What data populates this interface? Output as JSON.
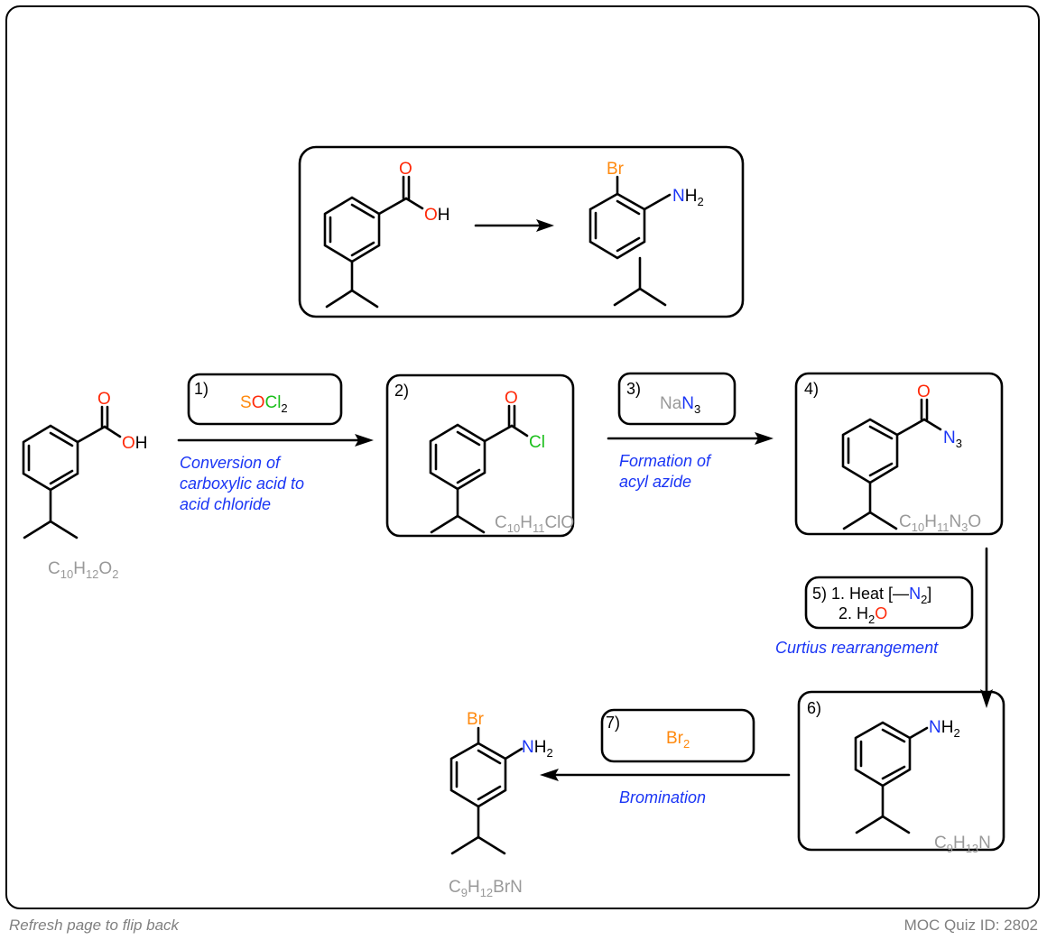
{
  "colors": {
    "oxygen": "#ff2a0a",
    "nitrogen": "#1a35f5",
    "chlorine": "#1bbf1b",
    "bromine": "#ff8a0f",
    "sulfur": "#ff8a0f",
    "formula_gray": "#999999",
    "description_blue": "#1a35f5",
    "footer_gray": "#808080"
  },
  "summary": {
    "start": "3-isopropylbenzoic acid",
    "target": "2-bromo-5-isopropylaniline",
    "start_labels": {
      "O": "O",
      "OH": "OH"
    },
    "target_labels": {
      "Br": "Br",
      "N": "N",
      "H2": "H",
      "H2_sub": "2"
    }
  },
  "molecules": {
    "m1": {
      "formula_parts": [
        "C",
        "10",
        "H",
        "12",
        "O",
        "2"
      ],
      "O": "O",
      "OH": "OH"
    },
    "m2": {
      "step": "2)",
      "formula_parts": [
        "C",
        "10",
        "H",
        "11",
        "ClO"
      ],
      "O": "O",
      "Cl": "Cl"
    },
    "m4": {
      "step": "4)",
      "formula_parts": [
        "C",
        "10",
        "H",
        "11",
        "N",
        "3",
        "O"
      ],
      "O": "O",
      "N": "N",
      "N_sub": "3"
    },
    "m6": {
      "step": "6)",
      "formula_parts": [
        "C",
        "9",
        "H",
        "13",
        "N"
      ],
      "N": "N",
      "H": "H",
      "H_sub": "2"
    },
    "m7": {
      "formula_parts": [
        "C",
        "9",
        "H",
        "12",
        "BrN"
      ],
      "Br": "Br",
      "N": "N",
      "H": "H",
      "H_sub": "2"
    }
  },
  "steps": [
    {
      "num": "1)",
      "reagent_parts": [
        "S",
        "O",
        "Cl",
        "2"
      ],
      "description": [
        "Conversion of",
        "carboxylic acid to",
        "acid chloride"
      ]
    },
    {
      "num": "3)",
      "reagent_parts": [
        "Na",
        "N",
        "3"
      ],
      "description": [
        "Formation of",
        "acyl azide"
      ]
    },
    {
      "num": "5)",
      "line1_parts": [
        "1. Heat [—",
        "N",
        "2",
        "]"
      ],
      "line2_parts": [
        "2. H",
        "2",
        "O"
      ],
      "description": [
        "Curtius rearrangement"
      ]
    },
    {
      "num": "7)",
      "reagent_parts": [
        "Br",
        "2"
      ],
      "description": [
        "Bromination"
      ]
    }
  ],
  "footer": {
    "left": "Refresh page to flip back",
    "right": "MOC Quiz ID: 2802"
  }
}
